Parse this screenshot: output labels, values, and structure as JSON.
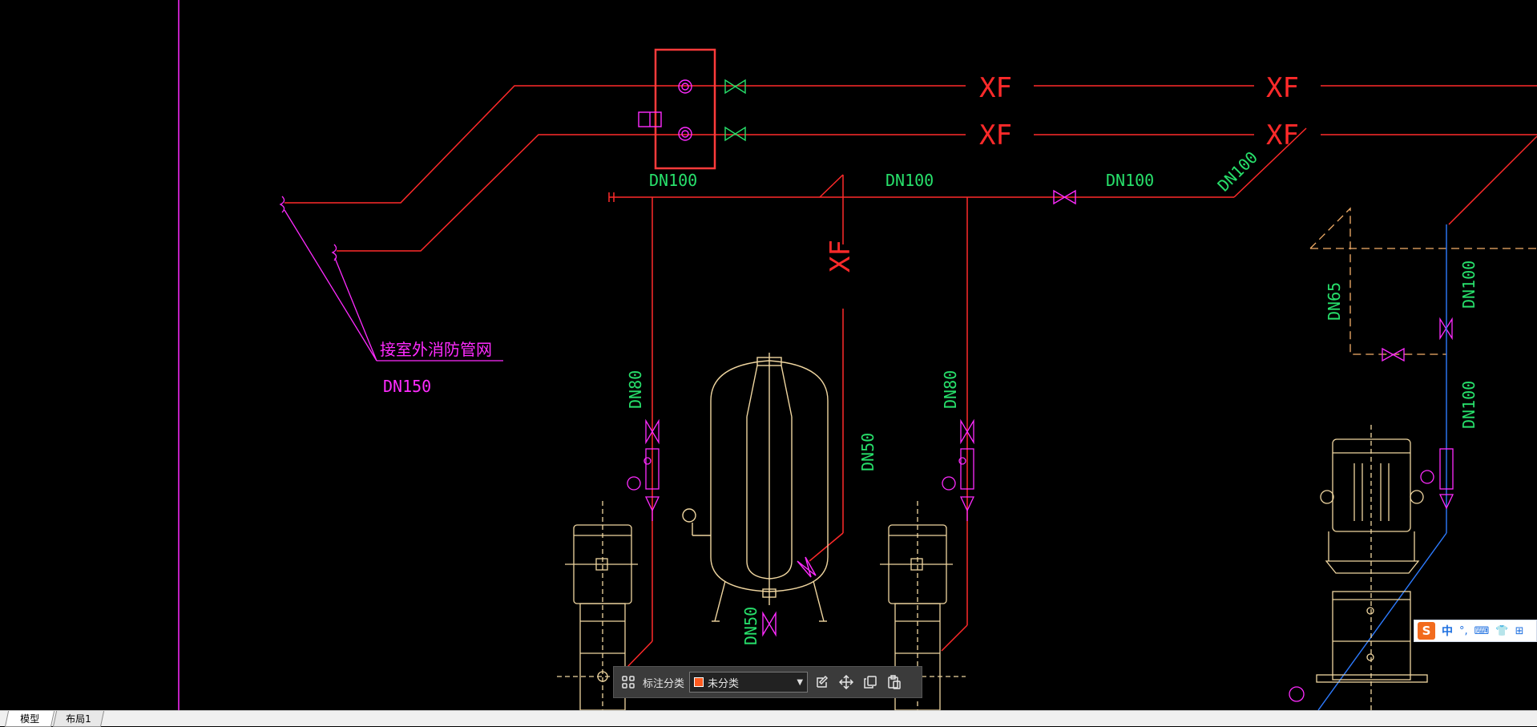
{
  "drawing": {
    "labels": {
      "xf": "XF",
      "dn100": "DN100",
      "dn80": "DN80",
      "dn50": "DN50",
      "dn65": "DN65",
      "dn150": "DN150",
      "outdoor_pipe": "接室外消防管网"
    },
    "colors": {
      "pipe_red": "#ff2a2a",
      "pipe_magenta": "#ff2bff",
      "label_green": "#27e06b",
      "equip_tan": "#f0d6a0",
      "dashed_orange": "#f5b06a",
      "pipe_blue": "#2d7bff",
      "highlight_box": "#ff3b3b"
    }
  },
  "toolbar": {
    "grid_icon": "grid-icon",
    "category_label": "标注分类",
    "selected_category": "未分类",
    "swatch_color": "#ff5a1f",
    "icons": [
      "edit-icon",
      "move-icon",
      "copy-icon",
      "paste-icon"
    ]
  },
  "ime": {
    "logo": "S",
    "mode": "中",
    "punct": "°,",
    "keyboard": "⌨",
    "skin": "👕",
    "apps": "⊞"
  },
  "tabs": {
    "model": "模型",
    "layout1": "布局1"
  }
}
